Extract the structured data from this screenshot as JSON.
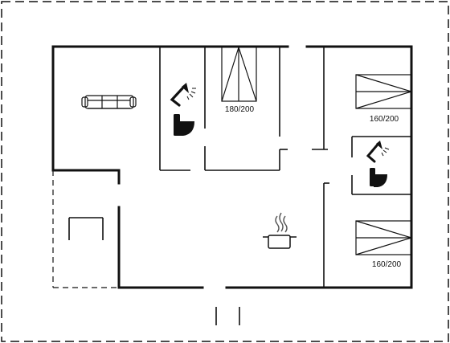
{
  "labels": {
    "bed_master": "180/200",
    "bed_top_right": "160/200",
    "bed_bottom_right": "160/200"
  },
  "colors": {
    "wall": "#111111",
    "background": "#ffffff"
  },
  "icons": {
    "sofa": "sofa-icon",
    "shower": "shower-icon",
    "toilet": "toilet-icon",
    "stove": "cooking-pot-icon",
    "table": "table-icon"
  }
}
